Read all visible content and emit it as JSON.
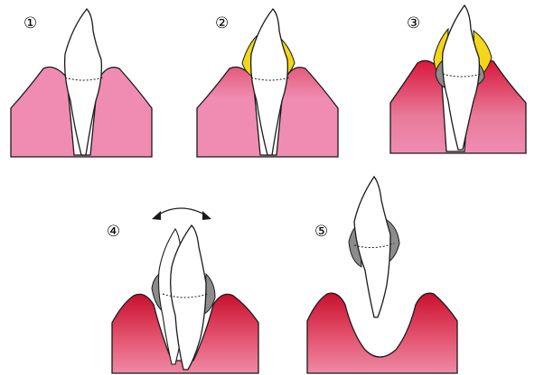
{
  "labels": {
    "stage1": "①",
    "stage2": "②",
    "stage3": "③",
    "stage4": "④",
    "stage5": "⑤"
  },
  "colors": {
    "healthy_gum": "#f08cb2",
    "inflamed_gum": "#d9163a",
    "plaque": "#f4d61a",
    "tartar": "#8c8c8c",
    "tooth": "#ffffff",
    "outline": "#1a1a1a"
  }
}
